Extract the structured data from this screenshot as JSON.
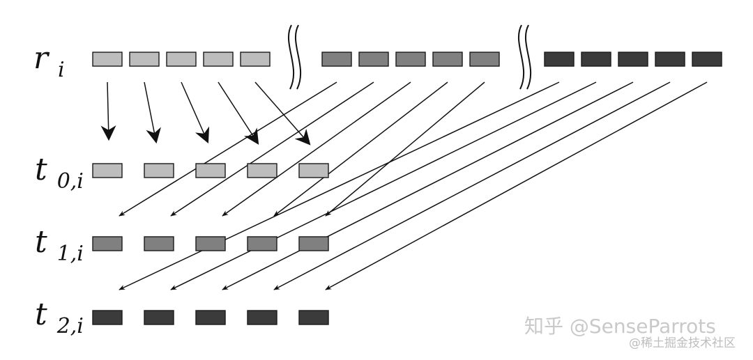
{
  "labels": {
    "r": {
      "base": "r",
      "sub": "i"
    },
    "t0": {
      "base": "t",
      "sub": "0,i"
    },
    "t1": {
      "base": "t",
      "sub": "1,i"
    },
    "t2": {
      "base": "t",
      "sub": "2,i"
    }
  },
  "colors": {
    "group0": "#bdbdbd",
    "group1": "#808080",
    "group2": "#3b3b3b",
    "arrow": "#111111"
  },
  "structure": {
    "groups": 3,
    "elements_per_group": 5
  },
  "watermark": {
    "line1": "知乎 @SenseParrots",
    "line2": "@稀土掘金技术社区"
  }
}
